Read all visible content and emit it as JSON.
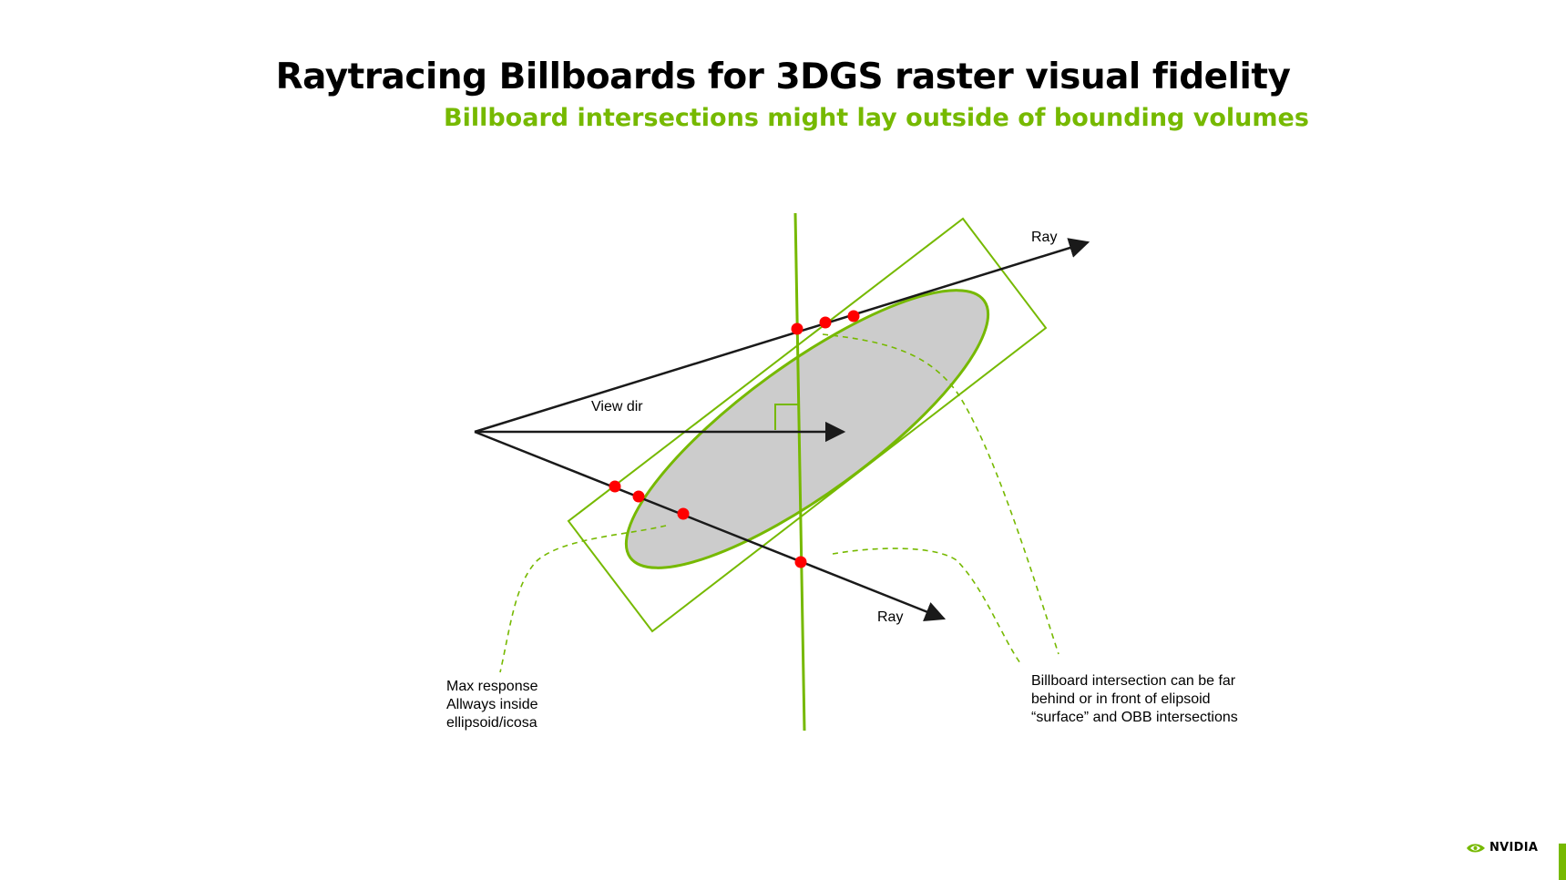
{
  "slide": {
    "title": "Raytracing Billboards for 3DGS raster visual fidelity",
    "subtitle": "Billboard intersections might lay outside of bounding volumes"
  },
  "diagram": {
    "labels": {
      "ray_top": "Ray",
      "ray_bottom": "Ray",
      "view_dir": "View dir"
    },
    "notes": {
      "max_response": [
        "Max response",
        "Allways inside",
        "ellipsoid/icosa"
      ],
      "billboard": [
        "Billboard intersection can be far",
        "behind or in front of elipsoid",
        "“surface” and OBB intersections"
      ]
    },
    "colors": {
      "accent_green": "#76b900",
      "ellipsoid_fill": "#cccccc",
      "intersection_point": "#ff0000",
      "ray": "#1a1a1a"
    }
  },
  "brand": {
    "logo_text": "NVIDIA",
    "logo_icon": "nvidia-eye-icon"
  }
}
